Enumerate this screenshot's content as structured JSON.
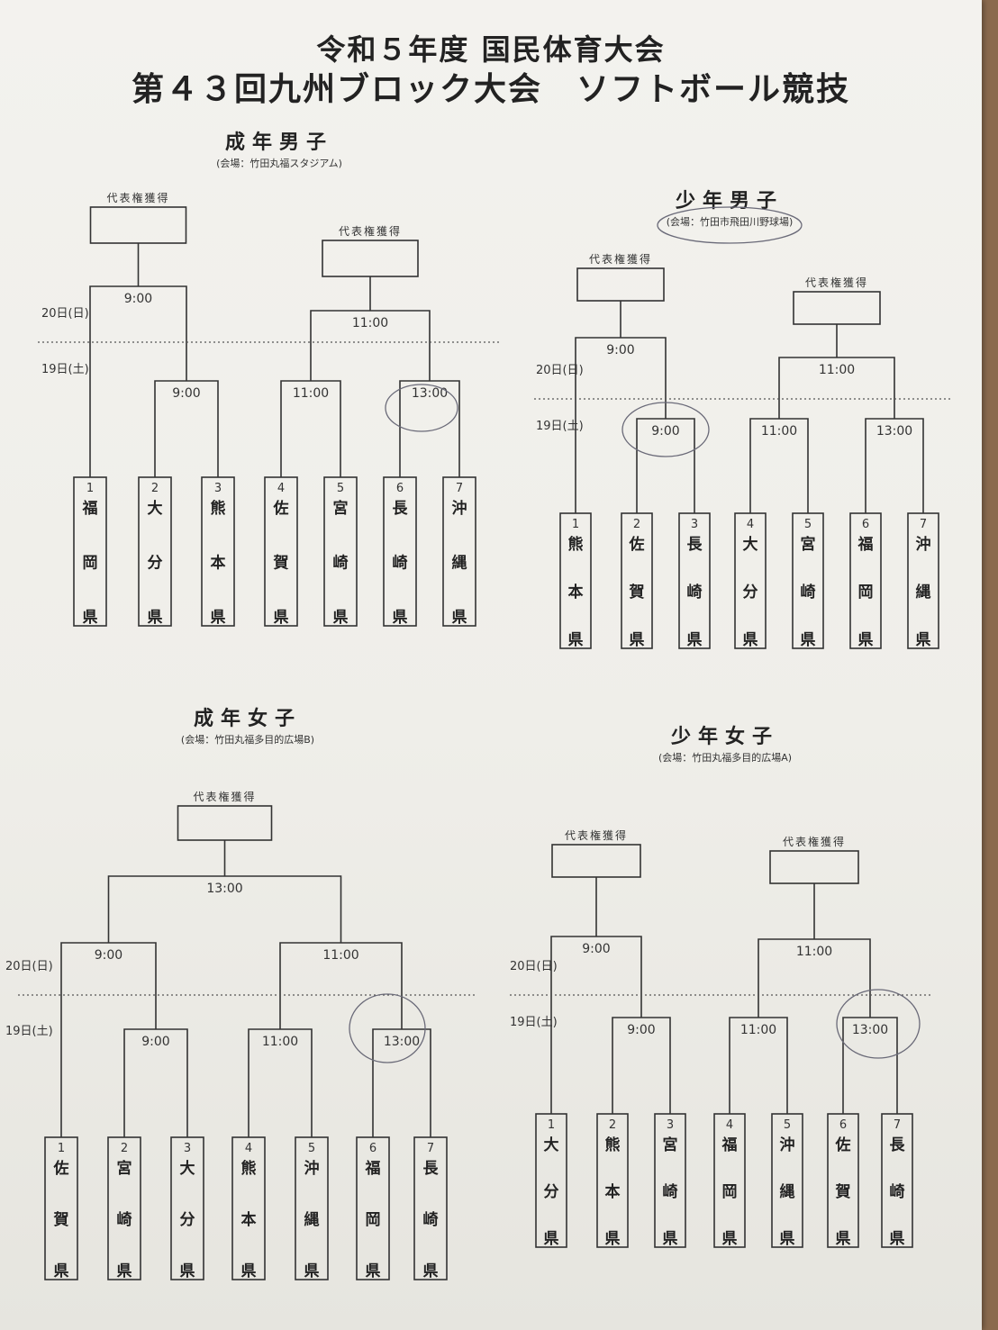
{
  "document": {
    "title_line1": "令和５年度 国民体育大会",
    "title_line2": "第４３回九州ブロック大会　ソフトボール競技"
  },
  "common": {
    "rep_label": "代表権獲得",
    "day2_label": "20日(日)",
    "day1_label": "19日(土)"
  },
  "brackets": [
    {
      "title": "成年男子",
      "venue": "(会場：竹田丸福スタジアム)",
      "times": {
        "left_final": "9:00",
        "right_final": "11:00",
        "r1_a": "9:00",
        "r1_b": "11:00",
        "r1_c": "13:00"
      },
      "teams": [
        {
          "seed": "1",
          "name": "福岡県"
        },
        {
          "seed": "2",
          "name": "大分県"
        },
        {
          "seed": "3",
          "name": "熊本県"
        },
        {
          "seed": "4",
          "name": "佐賀県"
        },
        {
          "seed": "5",
          "name": "宮崎県"
        },
        {
          "seed": "6",
          "name": "長崎県"
        },
        {
          "seed": "7",
          "name": "沖縄県"
        }
      ]
    },
    {
      "title": "少年男子",
      "venue": "(会場：竹田市飛田川野球場)",
      "times": {
        "left_final": "9:00",
        "right_final": "11:00",
        "r1_a": "9:00",
        "r1_b": "11:00",
        "r1_c": "13:00"
      },
      "teams": [
        {
          "seed": "1",
          "name": "熊本県"
        },
        {
          "seed": "2",
          "name": "佐賀県"
        },
        {
          "seed": "3",
          "name": "長崎県"
        },
        {
          "seed": "4",
          "name": "大分県"
        },
        {
          "seed": "5",
          "name": "宮崎県"
        },
        {
          "seed": "6",
          "name": "福岡県"
        },
        {
          "seed": "7",
          "name": "沖縄県"
        }
      ]
    },
    {
      "title": "成年女子",
      "venue": "(会場：竹田丸福多目的広場B)",
      "times": {
        "final": "13:00",
        "semi_left": "9:00",
        "semi_right": "11:00",
        "r1_a": "9:00",
        "r1_b": "11:00",
        "r1_c": "13:00"
      },
      "teams": [
        {
          "seed": "1",
          "name": "佐賀県"
        },
        {
          "seed": "2",
          "name": "宮崎県"
        },
        {
          "seed": "3",
          "name": "大分県"
        },
        {
          "seed": "4",
          "name": "熊本県"
        },
        {
          "seed": "5",
          "name": "沖縄県"
        },
        {
          "seed": "6",
          "name": "福岡県"
        },
        {
          "seed": "7",
          "name": "長崎県"
        }
      ]
    },
    {
      "title": "少年女子",
      "venue": "(会場：竹田丸福多目的広場A)",
      "times": {
        "left_final": "9:00",
        "right_final": "11:00",
        "r1_a": "9:00",
        "r1_b": "11:00",
        "r1_c": "13:00"
      },
      "teams": [
        {
          "seed": "1",
          "name": "大分県"
        },
        {
          "seed": "2",
          "name": "熊本県"
        },
        {
          "seed": "3",
          "name": "宮崎県"
        },
        {
          "seed": "4",
          "name": "福岡県"
        },
        {
          "seed": "5",
          "name": "沖縄県"
        },
        {
          "seed": "6",
          "name": "佐賀県"
        },
        {
          "seed": "7",
          "name": "長崎県"
        }
      ]
    }
  ]
}
